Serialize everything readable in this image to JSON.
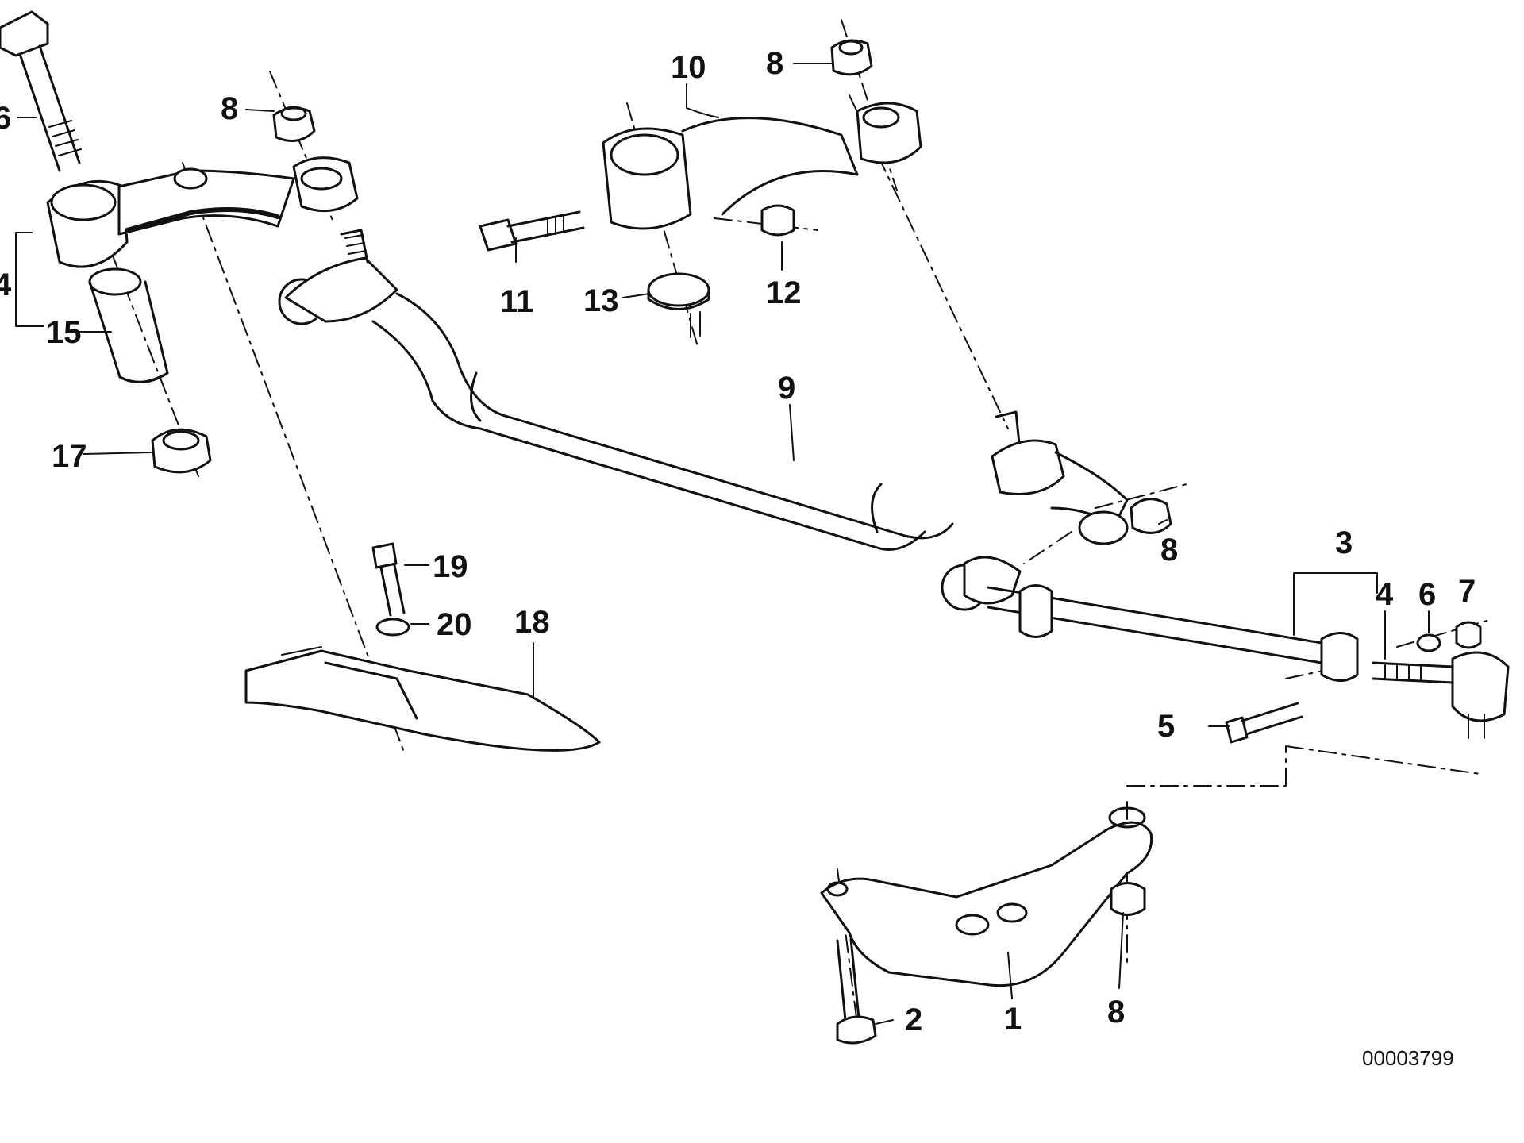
{
  "diagram": {
    "drawing_number": "00003799",
    "callouts": [
      {
        "id": "c-16",
        "text": "6"
      },
      {
        "id": "c-14",
        "text": "4"
      },
      {
        "id": "c-15",
        "text": "15"
      },
      {
        "id": "c-17",
        "text": "17"
      },
      {
        "id": "c-8a",
        "text": "8"
      },
      {
        "id": "c-10",
        "text": "10"
      },
      {
        "id": "c-8b",
        "text": "8"
      },
      {
        "id": "c-11",
        "text": "11"
      },
      {
        "id": "c-13",
        "text": "13"
      },
      {
        "id": "c-12",
        "text": "12"
      },
      {
        "id": "c-9",
        "text": "9"
      },
      {
        "id": "c-8c",
        "text": "8"
      },
      {
        "id": "c-19",
        "text": "19"
      },
      {
        "id": "c-20",
        "text": "20"
      },
      {
        "id": "c-18",
        "text": "18"
      },
      {
        "id": "c-3",
        "text": "3"
      },
      {
        "id": "c-4",
        "text": "4"
      },
      {
        "id": "c-6",
        "text": "6"
      },
      {
        "id": "c-7",
        "text": "7"
      },
      {
        "id": "c-5",
        "text": "5"
      },
      {
        "id": "c-2",
        "text": "2"
      },
      {
        "id": "c-1",
        "text": "1"
      },
      {
        "id": "c-8d",
        "text": "8"
      }
    ]
  }
}
